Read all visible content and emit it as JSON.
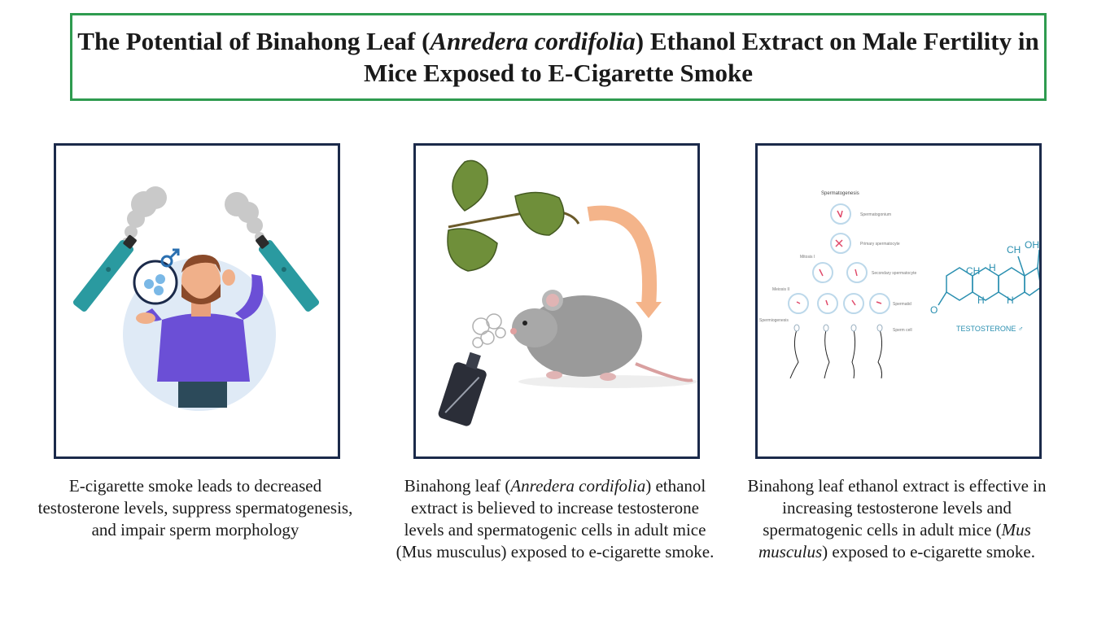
{
  "title": {
    "part1": "The Potential of Binahong Leaf (",
    "species": "Anredera cordifolia",
    "part2": ") Ethanol Extract on Male Fertility in Mice Exposed to E-Cigarette Smoke"
  },
  "panels": [
    {
      "caption": "E-cigarette smoke leads to decreased testosterone levels, suppress spermatogenesis, and impair sperm morphology"
    },
    {
      "caption_a": "Binahong leaf (",
      "caption_species": "Anredera cordifolia",
      "caption_b": ") ethanol extract is believed to increase testosterone levels and spermatogenic cells in adult mice (Mus musculus) exposed to e-cigarette smoke."
    },
    {
      "caption_a": "Binahong leaf ethanol extract is effective in increasing testosterone levels and spermatogenic cells in adult mice (",
      "caption_species": "Mus musculus",
      "caption_b": ") exposed to e-cigarette smoke."
    }
  ],
  "diagram": {
    "heading": "Spermatogenesis",
    "stages": [
      "Spermatogonium",
      "Primary spermatocyte",
      "Secondary spermatocyte",
      "Spermatid",
      "Sperm cell"
    ],
    "side_labels": [
      "Mitosis I",
      "Meiosis II",
      "Spermiogenesis"
    ],
    "chem_labels": [
      "CH",
      "OH",
      "CH",
      "H",
      "H",
      "H",
      "O"
    ],
    "hormone": "TESTOSTERONE ♂"
  },
  "colors": {
    "frame_title": "#2e9b4f",
    "frame_panel": "#1b2a4a",
    "vape": "#2a9aa0",
    "shirt": "#6b4fd6",
    "leaf": "#6f8f3a",
    "mouse": "#9a9a9a",
    "arrow": "#f4b48a",
    "chem": "#2a8fb0"
  }
}
